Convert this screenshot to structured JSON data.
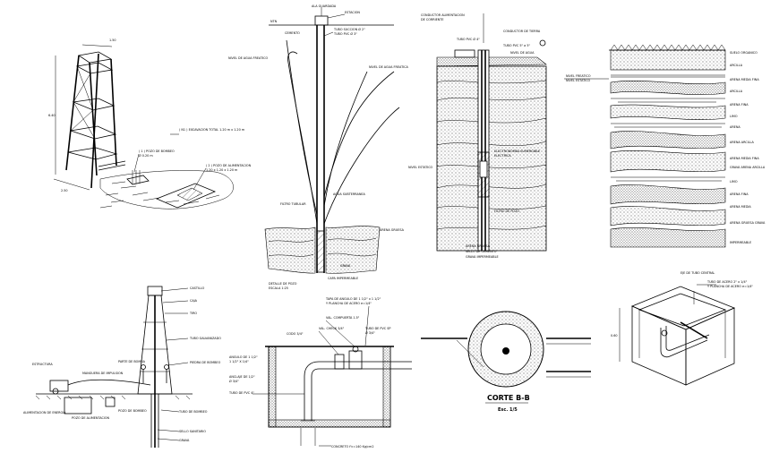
{
  "colors": {
    "ink": "#000000",
    "paper": "#ffffff"
  },
  "drawings": {
    "tower": {
      "dim_top": "1.50",
      "dim_side": "6.40",
      "dim_base": "2.50",
      "callout_excavation": "( N1 ) EXCAVACION TOTAL 1.20 m x 1.20 m",
      "callout_pozo_1": "( 1 ) POZO DE BOMBEO",
      "callout_pozo_1b": "Ø 0.20 m",
      "callout_pozo_2": "( 2 ) POZO DE ALIMENTACION",
      "callout_pozo_2b": "1.20 x 1.20 x 1.20 m"
    },
    "well_section": {
      "top_label_1": "ALA GUARDADA",
      "top_label_2": "ESTACION",
      "ground_label": "NTN",
      "pipe_label_1": "TUBO SUCCION Ø 2\"",
      "pipe_label_2": "TUBO PVC Ø 3\"",
      "left_label": "CEMENTO",
      "water_label": "NIVEL DE AGUA FREATICO",
      "right_label": "NIVEL DE AGUA FREATICA",
      "mid_label": "AGUA SUBTERRANEA",
      "bottom_left": "FILTRO TUBULAR",
      "sand_label": "ARENA GRUESA",
      "gravel_label": "GRAVA",
      "base_label": "CAPA IMPERMEABLE",
      "foot_1": "DETALLE DE POZO",
      "foot_2": "ESCALA 1:25"
    },
    "borehole": {
      "top_1": "CONDUCTOR ALIMENTACION",
      "top_2": "DE CORRIENTE",
      "top_3": "CONDUCTOR DE TIERRA",
      "tube_1": "TUBO PVC Ø 4\"",
      "tube_2": "TUBO PVC 5\" a 5\"",
      "level": "NIVEL DE AGUA",
      "left_1": "NIVEL ESTATICO",
      "mid_1": "ELECTROBOMBA SUMERGIBLE",
      "mid_2": "ELECTRICA",
      "mid_3": "FILTRO DE POZO",
      "bottom_1": "ARENA GRUESA",
      "bottom_2": "SELLO DE CEMENTO",
      "bottom_3": "GRAVA IMPERMEABLE"
    },
    "strata": {
      "layers": [
        "SUELO ORGANICO",
        "ARCILLA",
        "ARENA MEDIA FINA",
        "ARCILLA",
        "ARENA FINA",
        "LIMO",
        "ARENA",
        "ARENA ARCILLA",
        "ARENA MEDIA FINA",
        "GRAVA ARENA ARCILLA",
        "LIMO",
        "ARENA FINA",
        "ARENA MEDIA",
        "ARENA GRUESA GRAVA",
        "IMPERMEABLE"
      ],
      "left_1": "NIVEL FREATICO",
      "left_2": "NIVEL ESTATICO"
    },
    "pump_tower": {
      "labels": [
        "CASTILLO",
        "CAJA",
        "TIRO",
        "TUBO GALVANIZADO",
        "PIEDRA DE BOMBEO",
        "TUBO DE BOMBEO",
        "SELLO SANITARIO",
        "GRAVA"
      ],
      "left_1": "ESTRUCTURA",
      "left_2": "MANGUERA DE IMPULSION",
      "left_3": "PARTE DE BOMBA",
      "bot_1": "ALIMENTACION DE ENERGIA",
      "bot_2": "POZO DE ALIMENTACION",
      "bot_3": "POZO DE BOMBEO"
    },
    "valve_box": {
      "top_1": "TAPA DE ANGULO DE 1 1/2\" x 1 1/2\"",
      "top_2": "Y PLANCHA DE ACERO e=1/4\"",
      "valve_1": "VAL. COMPUERTA 1.5\"",
      "valve_2": "VAL. CHECK 3/4\"",
      "codo": "CODO 3/4\"",
      "pipe_right_1": "TUBO DE PVC SP",
      "pipe_right_2": "Ø 3/4\"",
      "left_1": "ANGULO DE 1 1/2\"",
      "left_2": "1 1/2\" X 1/4\"",
      "left_3": "ANCLAJE DE 1/2\"",
      "left_4": "Ø 3/4\"",
      "left_5": "TUBO DE PVC 4\"",
      "bottom": "CONCRETO f'c=140 Kg/cm2"
    },
    "section_b": {
      "title": "CORTE B-B",
      "scale": "Esc. 1/5"
    },
    "iso_box": {
      "top_1": "EJE DE TUBO CENTRAL",
      "top_2": "TUBO DE ACERO 2\" x 1/4\"",
      "top_3": "Y PLANCHA DE ACERO e=1/4\"",
      "side": "0.60"
    }
  }
}
